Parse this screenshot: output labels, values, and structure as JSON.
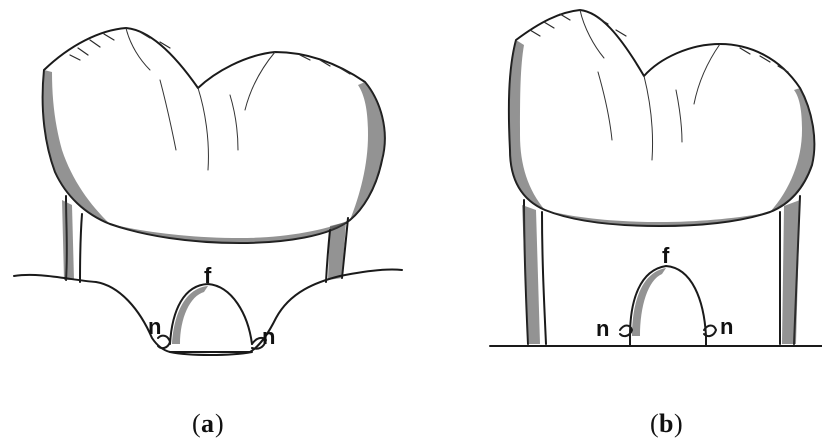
{
  "panels": [
    {
      "id": "a",
      "caption": {
        "open": "(",
        "letter": "a",
        "close": ")"
      },
      "labels": {
        "furcation": "f",
        "notch_left": "n",
        "notch_right": "n"
      }
    },
    {
      "id": "b",
      "caption": {
        "open": "(",
        "letter": "b",
        "close": ")"
      },
      "labels": {
        "furcation": "f",
        "notch_left": "n",
        "notch_right": "n"
      }
    }
  ],
  "colors": {
    "ink": "#1a1a1a",
    "background": "#ffffff"
  }
}
